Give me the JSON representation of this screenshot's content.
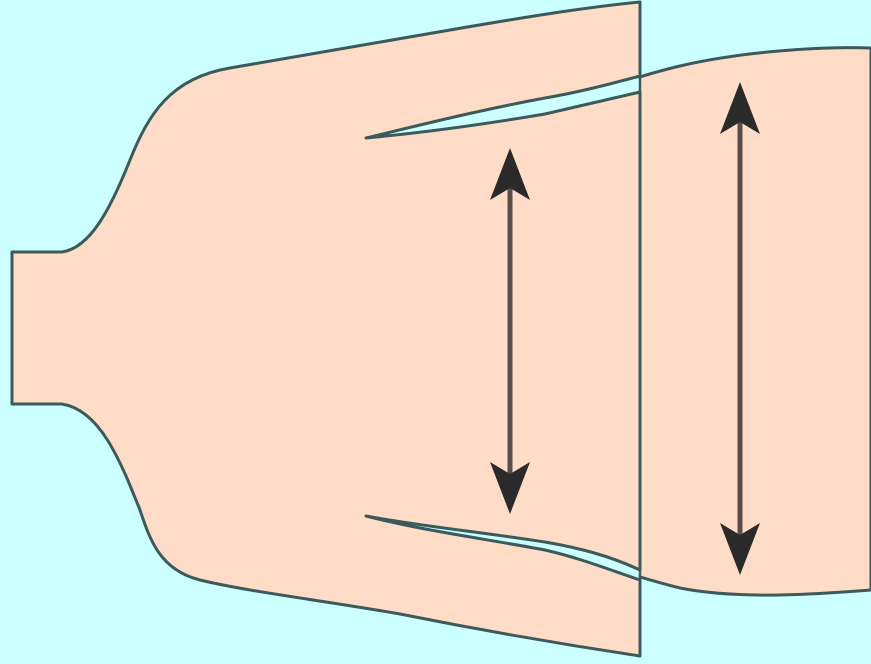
{
  "diagram": {
    "colors": {
      "background": "#ccffff",
      "body_fill": "#ffdcc8",
      "outline": "#3c5a5a",
      "arrow": "#2a2a2a",
      "arrow_shaft": "#5a4e4c"
    },
    "shapes": [
      {
        "name": "left-body-shape"
      },
      {
        "name": "right-body-shape"
      },
      {
        "name": "upper-flap-shape"
      },
      {
        "name": "lower-flap-shape"
      }
    ],
    "arrows": [
      {
        "name": "inner-span-arrow",
        "direction": "bidirectional-vertical"
      },
      {
        "name": "outer-span-arrow",
        "direction": "bidirectional-vertical"
      }
    ]
  }
}
